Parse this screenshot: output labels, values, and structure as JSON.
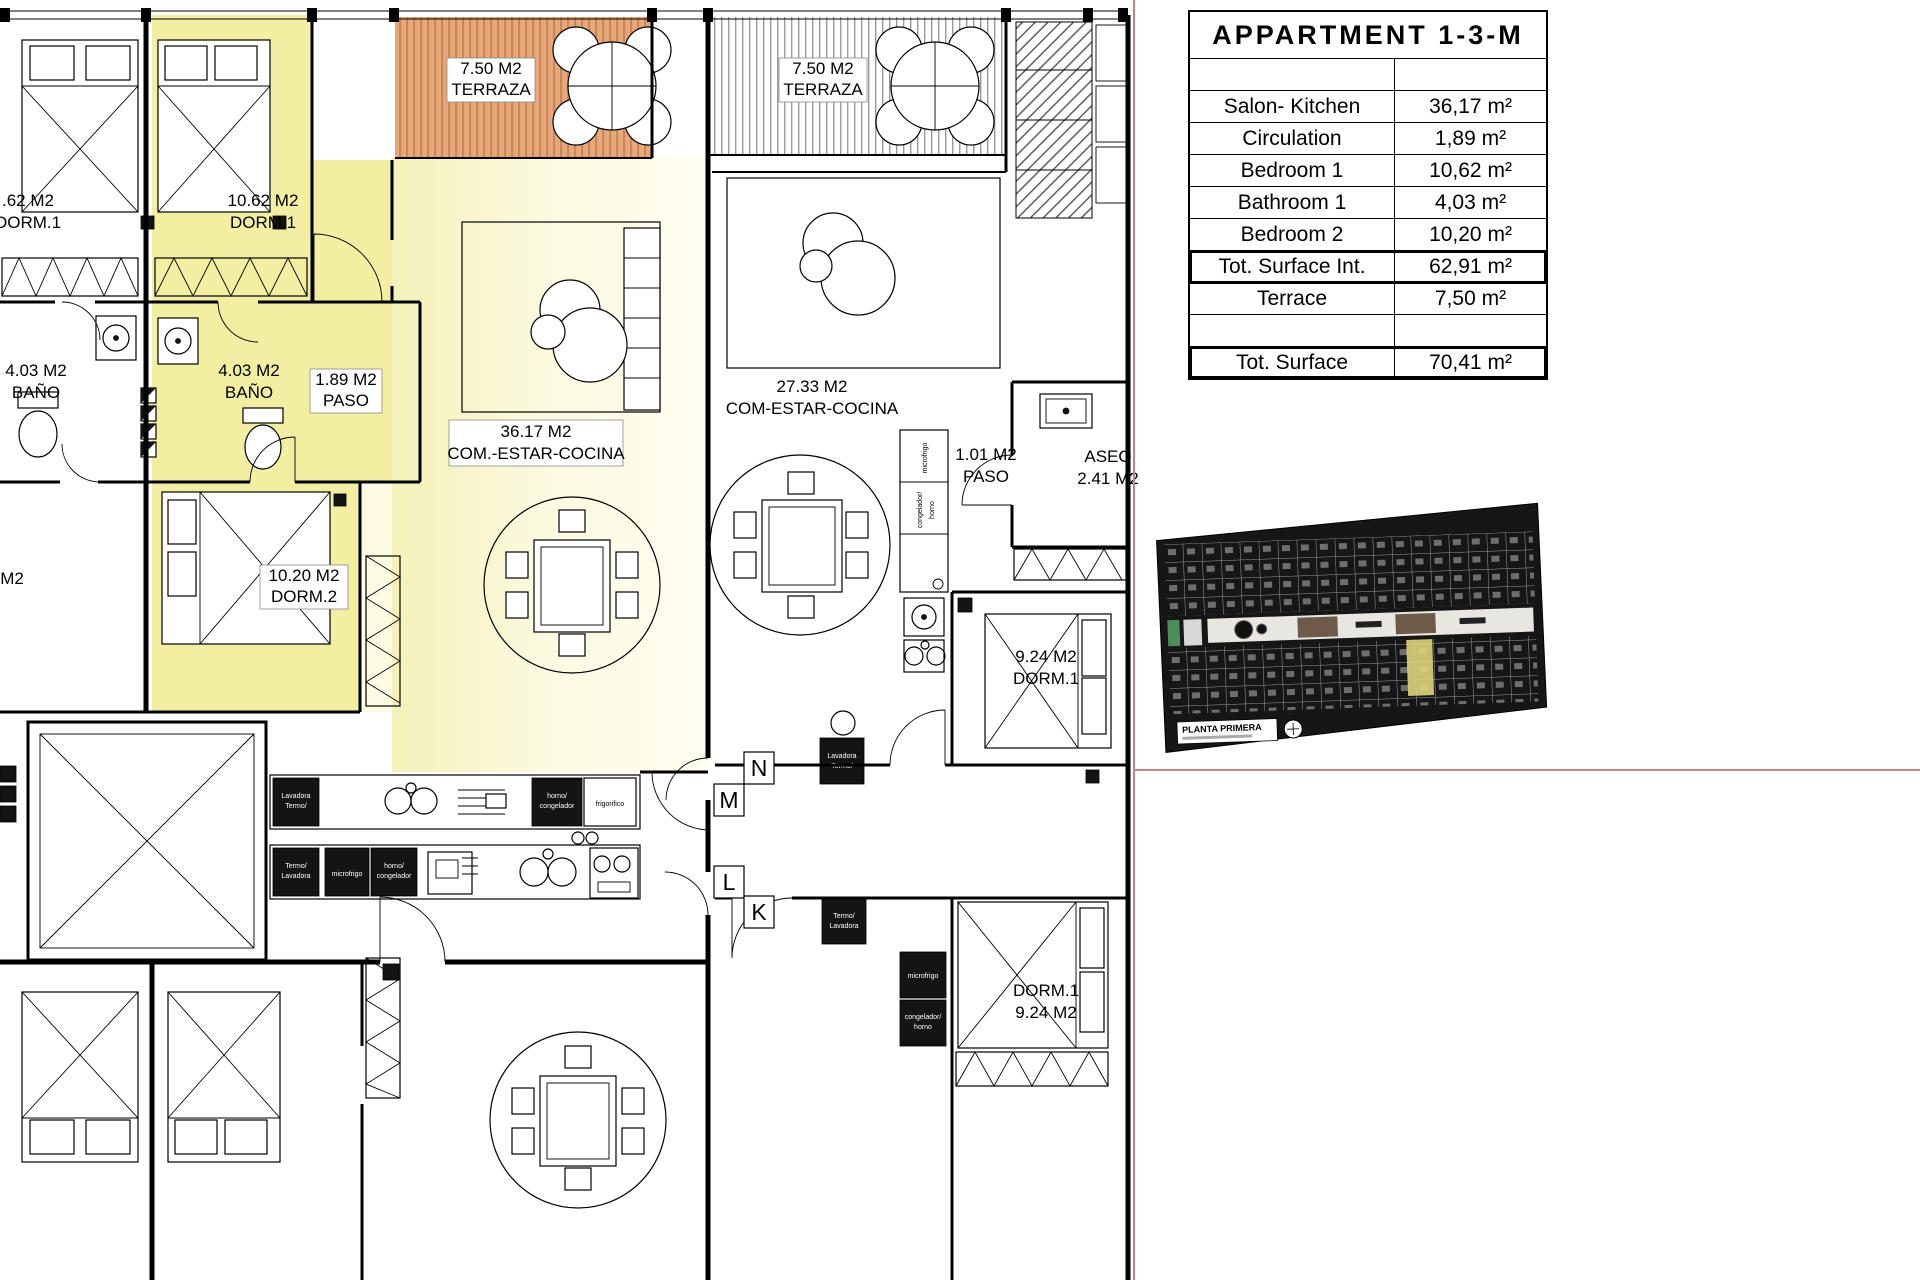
{
  "table": {
    "title": "APPARTMENT 1-3-M",
    "rows": [
      {
        "label": "Salon- Kitchen",
        "value": "36,17 m²"
      },
      {
        "label": "Circulation",
        "value": "1,89 m²"
      },
      {
        "label": "Bedroom 1",
        "value": "10,62 m²"
      },
      {
        "label": "Bathroom 1",
        "value": "4,03 m²"
      },
      {
        "label": "Bedroom 2",
        "value": "10,20 m²"
      },
      {
        "label": "Tot. Surface Int.",
        "value": "62,91 m²"
      },
      {
        "label": "Terrace",
        "value": "7,50 m²"
      },
      {
        "label": "Tot. Surface",
        "value": "70,41 m²"
      }
    ]
  },
  "plan": {
    "rooms": {
      "terraza_left": {
        "area": "7.50 M2",
        "name": "TERRAZA"
      },
      "terraza_right": {
        "area": "7.50 M2",
        "name": "TERRAZA"
      },
      "dorm1_left": {
        "area": ".62 M2",
        "name": "DORM.1"
      },
      "dorm1": {
        "area": "10.62 M2",
        "name": "DORM.1"
      },
      "bano_left": {
        "area": "4.03 M2",
        "name": "BAÑO"
      },
      "bano": {
        "area": "4.03 M2",
        "name": "BAÑO"
      },
      "paso": {
        "area": "1.89 M2",
        "name": "PASO"
      },
      "salon": {
        "area": "36.17 M2",
        "name": "COM.-ESTAR-COCINA"
      },
      "salon_right": {
        "area": "27.33 M2",
        "name": "COM-ESTAR-COCINA"
      },
      "paso_right": {
        "area": "1.01 M2",
        "name": "PASO"
      },
      "aseo": {
        "name": "ASEO",
        "area": "2.41 M2"
      },
      "dorm2": {
        "area": "10.20 M2",
        "name": "DORM.2"
      },
      "dorm2_left": {
        "area": "M2",
        "name": ""
      },
      "dorm1_right": {
        "area": "9.24 M2",
        "name": "DORM.1"
      },
      "dorm1_bottom": {
        "name": "DORM.1",
        "area": "9.24 M2"
      }
    },
    "markers": [
      "N",
      "M",
      "L",
      "K"
    ],
    "appliances": {
      "lavadora_termo": [
        "Lavadora",
        "Termo/"
      ],
      "termo_lavadora": [
        "Termo/",
        "Lavadora"
      ],
      "microfrigo": [
        "microfrigo"
      ],
      "horno_congelador": [
        "horno/",
        "congelador"
      ],
      "congelador_horno": [
        "congelador/",
        "horno"
      ],
      "frigorifico": [
        "frigorifico"
      ]
    }
  },
  "miniplan": {
    "caption": "PLANTA PRIMERA"
  },
  "colors": {
    "apartment_highlight": "#f3efa2",
    "salon_pale": "#fdfbe4",
    "terrace_orange": "#e9a87a",
    "boundary_pink": "#c98383"
  }
}
